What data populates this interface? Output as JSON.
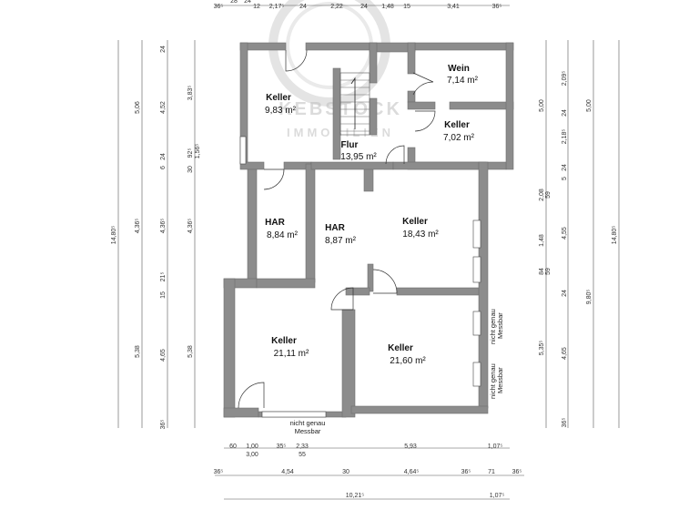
{
  "watermark": {
    "brand": "KEBSTOCK",
    "sub": "IMMOBILIEN"
  },
  "rooms": {
    "keller_nw": {
      "name": "Keller",
      "area": "9,83 m²"
    },
    "wein": {
      "name": "Wein",
      "area": "7,14 m²"
    },
    "keller_ne": {
      "name": "Keller",
      "area": "7,02 m²"
    },
    "flur": {
      "name": "Flur",
      "area": "13,95 m²"
    },
    "har_1": {
      "name": "HAR",
      "area": "8,84 m²"
    },
    "har_2": {
      "name": "HAR",
      "area": "8,87 m²"
    },
    "keller_mid": {
      "name": "Keller",
      "area": "18,43 m²"
    },
    "keller_sw": {
      "name": "Keller",
      "area": "21,11 m²"
    },
    "keller_se": {
      "name": "Keller",
      "area": "21,60 m²"
    }
  },
  "notes": {
    "bottom_line1": "nicht genau",
    "bottom_line2": "Messbar",
    "right1_line1": "nicht genau",
    "right1_line2": "Messbar",
    "right2_line1": "nicht genau",
    "right2_line2": "Messbar"
  },
  "dims_top": [
    "36⁵",
    "28",
    "24",
    "12",
    "2,17⁵",
    "24",
    "2,22",
    "24",
    "1,48",
    "15",
    "3,41",
    "36⁵"
  ],
  "dims_bottom_row1": [
    "60",
    "1,00",
    "35⁵",
    "2,33",
    "5,93",
    "1,07⁵"
  ],
  "dims_bottom_row1b": [
    "3,00",
    "55"
  ],
  "dims_bottom_row2": [
    "36⁵",
    "4,54",
    "30",
    "4,64⁵",
    "36⁵",
    "71",
    "36⁵"
  ],
  "dims_bottom_row3": [
    "10,21⁵",
    "1,07⁵"
  ],
  "dims_left_outer": [
    "14,80⁵"
  ],
  "dims_left_2": [
    "5,06",
    "4,36⁵",
    "5,38"
  ],
  "dims_left_3": [
    "24",
    "4,52",
    "6",
    "24",
    "4,36⁵",
    "15",
    "21⁵",
    "4,65",
    "36⁵"
  ],
  "dims_left_4": [
    "3,83⁵",
    "1,56⁵",
    "92⁵",
    "30",
    "4,36⁵",
    "5,38"
  ],
  "dims_right_1": [
    "5,00",
    "2,08",
    "59",
    "1,48",
    "84",
    "59",
    "5,35⁵"
  ],
  "dims_right_2": [
    "2,09⁵",
    "24",
    "2,18⁵",
    "24",
    "5",
    "4,55",
    "24",
    "4,65",
    "36⁵"
  ],
  "dims_right_3": [
    "5,00",
    "9,80⁵"
  ],
  "dims_right_outer": [
    "14,80⁵"
  ]
}
